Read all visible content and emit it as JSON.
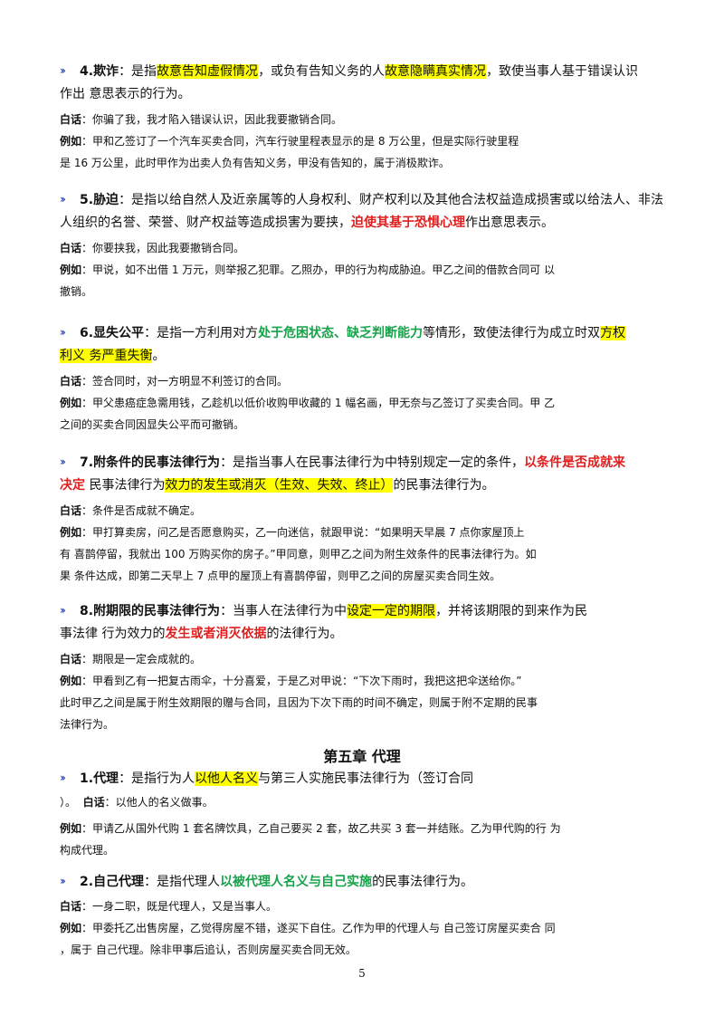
{
  "sections": [
    {
      "num": "4.",
      "term": "欺诈",
      "def": [
        [
          {
            "t": "：是指"
          },
          {
            "t": "故意告知虚假情况",
            "s": "y"
          },
          {
            "t": "，或负有告知义务的人"
          },
          {
            "t": "故意隐瞒真实情况",
            "s": "y"
          },
          {
            "t": "，致使当事人基于错误认识"
          }
        ],
        [
          {
            "t": "作出 意思表示的行为。"
          }
        ]
      ],
      "baihua_label": "白话",
      "baihua": [
        "：你骗了我，我才陷入错误认识，因此我要撤销合同。"
      ],
      "lizi_label": "例如",
      "lizi": [
        "：甲和乙签订了一个汽车买卖合同，汽车行驶里程表显示的是 8 万公里，但是实际行驶里程",
        "是 16 万公里，此时甲作为出卖人负有告知义务，甲没有告知的，属于消极欺诈。"
      ]
    },
    {
      "num": "5.",
      "term": "胁迫",
      "def": [
        [
          {
            "t": "：是指以给自然人及近亲属等的人身权利、财产权利以及其他合法权益造成损害或以给法人、非法"
          }
        ],
        [
          {
            "t": "人组织的名誉、荣誉、财产权益等造成损害为要挟，"
          },
          {
            "t": "迫使其基于恐惧心理",
            "s": "r"
          },
          {
            "t": "作出意思表示。"
          }
        ]
      ],
      "baihua_label": "白话",
      "baihua": [
        "：你要挟我，因此我要撤销合同。"
      ],
      "lizi_label": "例如",
      "lizi": [
        "：甲说，如不出借 1 万元，则举报乙犯罪。乙照办，甲的行为构成胁迫。甲乙之间的借款合同可 以",
        "撤销。"
      ]
    },
    {
      "num": "6.",
      "term": "显失公平",
      "def": [
        [
          {
            "t": "：是指一方利用对方"
          },
          {
            "t": "处于危困状态、缺乏判断能力",
            "s": "g"
          },
          {
            "t": "等情形，致使法律行为成立时双"
          },
          {
            "t": "方权",
            "s": "y"
          }
        ],
        [
          {
            "t": "利义 务严重失衡",
            "s": "y"
          },
          {
            "t": "。"
          }
        ]
      ],
      "baihua_label": "白话",
      "baihua": [
        "：签合同时，对一方明显不利签订的合同。"
      ],
      "lizi_label": "例如",
      "lizi": [
        "：甲父患癌症急需用钱，乙趁机以低价收购甲收藏的 1 幅名画，甲无奈与乙签订了买卖合同。甲 乙",
        "之间的买卖合同因显失公平而可撤销。"
      ]
    },
    {
      "num": "7.",
      "term": "附条件的民事法律行为",
      "def": [
        [
          {
            "t": "：是指当事人在民事法律行为中特别规定一定的条件，"
          },
          {
            "t": "以条件是否成就来",
            "s": "r"
          }
        ],
        [
          {
            "t": "决定",
            "s": "r"
          },
          {
            "t": " 民事法律行为"
          },
          {
            "t": "效力的发生或消灭（生效、失效、终止）",
            "s": "y"
          },
          {
            "t": "的民事法律行为。"
          }
        ]
      ],
      "baihua_label": "白话",
      "baihua": [
        "：条件是否成就不确定。"
      ],
      "lizi_label": "例如",
      "lizi": [
        "：甲打算卖房，问乙是否愿意购买，乙一向迷信，就跟甲说：“如果明天早晨 7 点你家屋顶上",
        "有 喜鹊停留，我就出 100 万购买你的房子。”甲同意，则甲乙之间为附生效条件的民事法律行为。如",
        "果 条件达成，即第二天早上 7 点甲的屋顶上有喜鹊停留，则甲乙之间的房屋买卖合同生效。"
      ]
    },
    {
      "num": "8.",
      "term": "附期限的民事法律行为",
      "def": [
        [
          {
            "t": "：当事人在法律行为中"
          },
          {
            "t": "设定一定的期限",
            "s": "y"
          },
          {
            "t": "，并将该期限的到来作为民"
          }
        ],
        [
          {
            "t": "事法律 行为效力的"
          },
          {
            "t": "发生或者消灭依据",
            "s": "r"
          },
          {
            "t": "的法律行为。"
          }
        ]
      ],
      "baihua_label": "白话",
      "baihua": [
        "：期限是一定会成就的。"
      ],
      "lizi_label": "例如",
      "lizi": [
        "：甲看到乙有一把复古雨伞，十分喜爱，于是乙对甲说：“下次下雨时，我把这把伞送给你。”",
        "此时甲乙之间是属于附生效期限的赠与合同，且因为下次下雨的时间不确定，则属于附不定期的民事",
        "法律行为。"
      ]
    },
    {
      "num": "1.",
      "term": "代理",
      "def": [
        [
          {
            "t": "：是指行为人"
          },
          {
            "t": "以他人名义",
            "s": "y"
          },
          {
            "t": "与第三人实施民事法律行为（签订合同"
          }
        ]
      ],
      "baihua_label": "白话",
      "baihua_prefix": "）。",
      "baihua": [
        "：以他人的名义做事。"
      ],
      "lizi_label": "例如",
      "lizi": [
        "：甲请乙从国外代购 1 套名牌饮具，乙自己要买 2 套，故乙共买 3 套一并结账。乙为甲代购的行 为",
        "构成代理。"
      ]
    },
    {
      "num": "2.",
      "term": "自己代理",
      "def": [
        [
          {
            "t": "：是指代理人"
          },
          {
            "t": "以被代理人名义与自己实施",
            "s": "g"
          },
          {
            "t": "的民事法律行为。"
          }
        ]
      ],
      "baihua_label": "白话",
      "baihua": [
        "：一身二职，既是代理人，又是当事人。"
      ],
      "lizi_label": "例如",
      "lizi": [
        "：甲委托乙出售房屋，乙觉得房屋不错，遂买下自住。乙作为甲的代理人与 自己签订房屋买卖合 同",
        "，属于 自己代理。除非甲事后追认，否则房屋买卖合同无效。"
      ]
    }
  ],
  "chapter_title": "第五章 代理",
  "page_number": "5",
  "colors": {
    "bullet": "#3a55c8",
    "highlight": "#ffff00",
    "green": "#16a34a",
    "red": "#e11d1d"
  },
  "icons": {
    "bullet": "double-chevron-icon"
  }
}
